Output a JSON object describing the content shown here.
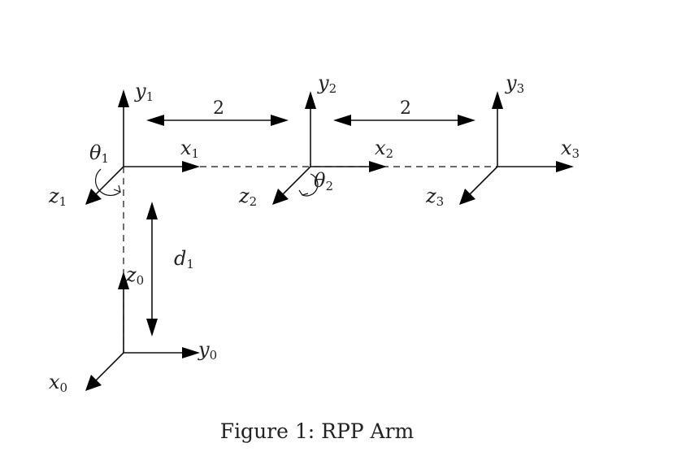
{
  "frames": {
    "frame0": {
      "x_label": "x",
      "x_sub": "0",
      "y_label": "y",
      "y_sub": "0",
      "z_label": "z",
      "z_sub": "0"
    },
    "frame1": {
      "x_label": "x",
      "x_sub": "1",
      "y_label": "y",
      "y_sub": "1",
      "z_label": "z",
      "z_sub": "1",
      "angle_label": "θ",
      "angle_sub": "1"
    },
    "frame2": {
      "x_label": "x",
      "x_sub": "2",
      "y_label": "y",
      "y_sub": "2",
      "z_label": "z",
      "z_sub": "2",
      "angle_label": "θ",
      "angle_sub": "2"
    },
    "frame3": {
      "x_label": "x",
      "x_sub": "3",
      "y_label": "y",
      "y_sub": "3",
      "z_label": "z",
      "z_sub": "3"
    }
  },
  "dimensions": {
    "d1_label": "d",
    "d1_sub": "1",
    "gap12": "2",
    "gap23": "2"
  },
  "caption": "Figure 1: RPP Arm"
}
